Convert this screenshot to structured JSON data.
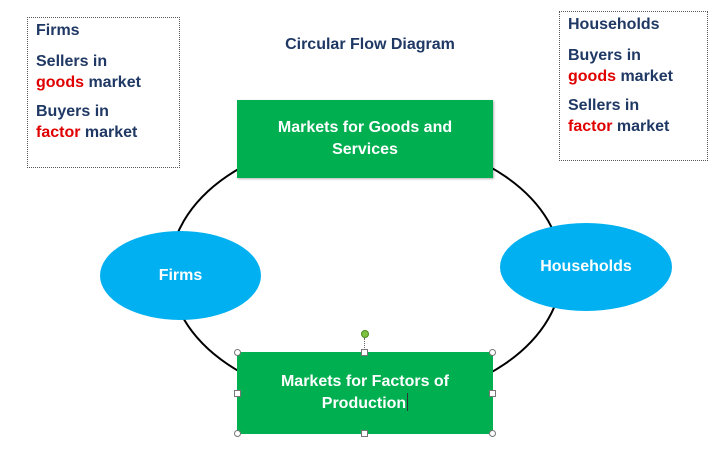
{
  "title": "Circular Flow Diagram",
  "firms_note": {
    "heading": "Firms",
    "line1_prefix": "Sellers in",
    "line1_highlight": "goods",
    "line1_suffix": "market",
    "line2_prefix": "Buyers in",
    "line2_highlight": "factor",
    "line2_suffix": "market"
  },
  "households_note": {
    "heading": "Households",
    "line1_prefix": "Buyers in",
    "line1_highlight": "goods",
    "line1_suffix": "market",
    "line2_prefix": "Sellers in",
    "line2_highlight": "factor",
    "line2_suffix": "market"
  },
  "nodes": {
    "goods_market": "Markets for Goods and Services",
    "factor_market_line1": "Markets for Factors of",
    "factor_market_line2": "Production",
    "firms": "Firms",
    "households": "Households"
  },
  "colors": {
    "title": "#1f3864",
    "highlight": "#e00000",
    "market_box": "#00b050",
    "actor_oval": "#00b0f0"
  }
}
